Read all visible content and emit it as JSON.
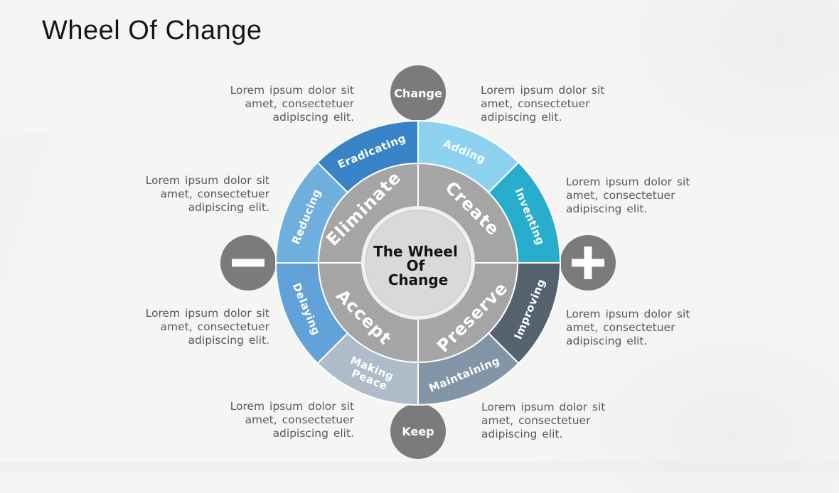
{
  "slide": {
    "title": "Wheel Of Change"
  },
  "wheel": {
    "center": {
      "line1": "The Wheel",
      "line2": "Of",
      "line3": "Change",
      "fill": "#d9d9d8",
      "ring": "#f0f0ef"
    },
    "quadrants": [
      {
        "label": "Create",
        "color": "#a6a6a6"
      },
      {
        "label": "Preserve",
        "color": "#a6a6a6"
      },
      {
        "label": "Accept",
        "color": "#a6a6a6"
      },
      {
        "label": "Eliminate",
        "color": "#a6a6a6"
      }
    ],
    "segments": [
      {
        "label": "Adding",
        "color": "#8dd3f0"
      },
      {
        "label": "Inventing",
        "color": "#28aecd"
      },
      {
        "label": "Improving",
        "color": "#55626f"
      },
      {
        "label": "Maintaining",
        "color": "#8296a7"
      },
      {
        "label": "Making Peace",
        "line1": "Making",
        "line2": "Peace",
        "color": "#aebdc9"
      },
      {
        "label": "Delaying",
        "color": "#61a2d9"
      },
      {
        "label": "Reducing",
        "color": "#70b0df"
      },
      {
        "label": "Eradicating",
        "color": "#3884c7"
      }
    ],
    "nodes": {
      "top": {
        "label": "Change",
        "color": "#7b7b7b"
      },
      "right": {
        "icon": "plus-icon",
        "color": "#7b7b7b",
        "symbol_color": "#ffffff"
      },
      "bottom": {
        "label": "Keep",
        "color": "#7b7b7b"
      },
      "left": {
        "icon": "minus-icon",
        "color": "#7b7b7b",
        "symbol_color": "#ffffff"
      }
    }
  },
  "annotations": {
    "items": [
      {
        "text": "Lorem ipsum dolor sit\namet, consectetuer\nadipiscing elit."
      },
      {
        "text": "Lorem ipsum dolor sit\namet, consectetuer\nadipiscing elit."
      },
      {
        "text": "Lorem ipsum dolor sit\namet, consectetuer\nadipiscing elit."
      },
      {
        "text": "Lorem ipsum dolor sit\namet, consectetuer\nadipiscing elit."
      },
      {
        "text": "Lorem ipsum dolor sit\namet, consectetuer\nadipiscing elit."
      },
      {
        "text": "Lorem ipsum dolor sit\namet, consectetuer\nadipiscing elit."
      },
      {
        "text": "Lorem ipsum dolor sit\namet, consectetuer\nadipiscing elit."
      },
      {
        "text": "Lorem ipsum dolor sit\namet, consectetuer\nadipiscing elit."
      }
    ]
  }
}
